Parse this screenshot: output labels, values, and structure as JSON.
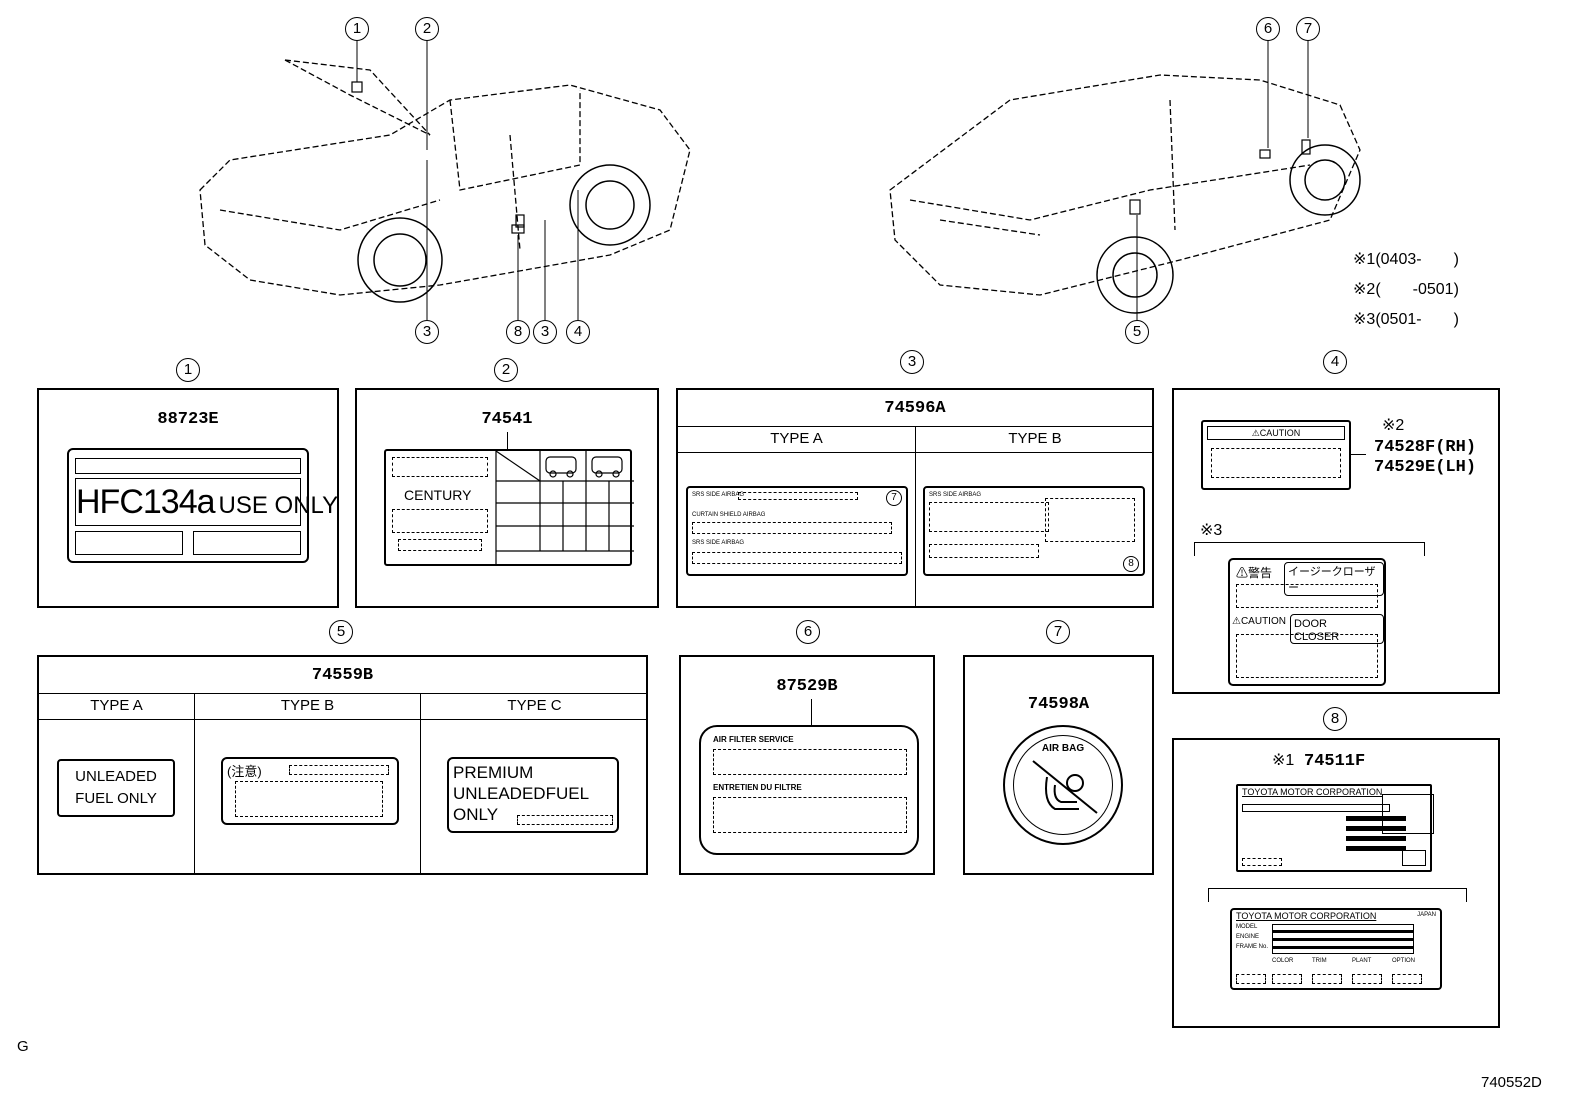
{
  "vehicle_views": {
    "front_callouts": [
      "1",
      "2",
      "3",
      "8",
      "3",
      "4"
    ],
    "rear_callouts": [
      "6",
      "7",
      "5"
    ]
  },
  "notes": [
    {
      "mark": "※1",
      "range": "(0403-　　)"
    },
    {
      "mark": "※2",
      "range": "(　　-0501)"
    },
    {
      "mark": "※3",
      "range": "(0501-　　)"
    }
  ],
  "panels": {
    "p1": {
      "num": "1",
      "part": "88723E",
      "label_main": "HFC134a",
      "label_sub": "USE ONLY"
    },
    "p2": {
      "num": "2",
      "part": "74541",
      "label_text": "CENTURY"
    },
    "p3": {
      "num": "3",
      "part": "74596A",
      "type_a": "TYPE A",
      "type_b": "TYPE B",
      "a_lines": [
        "SRS SIDE AIRBAG",
        "CURTAIN SHIELD AIRBAG",
        "SRS SIDE AIRBAG"
      ],
      "b_lines": [
        "SRS SIDE AIRBAG"
      ],
      "a_mark": "7",
      "b_mark": "8"
    },
    "p4": {
      "num": "4",
      "note2": "※2",
      "part_rh": "74528F(RH)",
      "part_lh": "74529E(LH)",
      "caution": "⚠CAUTION",
      "note3": "※3",
      "keikoku": "⚠警告",
      "easy_closer": "イージークローザー",
      "caution2": "⚠CAUTION",
      "door_closer": "DOOR　CLOSER"
    },
    "p5": {
      "num": "5",
      "part": "74559B",
      "type_a": "TYPE A",
      "type_b": "TYPE B",
      "type_c": "TYPE C",
      "a_text1": "UNLEADED",
      "a_text2": "FUEL  ONLY",
      "b_text": "(注意)",
      "c_text1": "PREMIUM",
      "c_text2": "UNLEADEDFUEL",
      "c_text3": "ONLY"
    },
    "p6": {
      "num": "6",
      "part": "87529B",
      "line1": "AIR FILTER SERVICE",
      "line2": "ENTRETIEN DU FILTRE"
    },
    "p7": {
      "num": "7",
      "part": "74598A",
      "ring_text": "AIR BAG"
    },
    "p8": {
      "num": "8",
      "note1": "※1",
      "part": "74511F",
      "corp1": "TOYOTA MOTOR CORPORATION",
      "corp2": "TOYOTA MOTOR CORPORATION",
      "japan": "JAPAN",
      "fields": [
        "MODEL",
        "ENGINE",
        "FRAME No."
      ],
      "cols": [
        "COLOR",
        "TRIM",
        "PLANT",
        "OPTION"
      ]
    }
  },
  "footer": {
    "left": "G",
    "right": "740552D"
  }
}
